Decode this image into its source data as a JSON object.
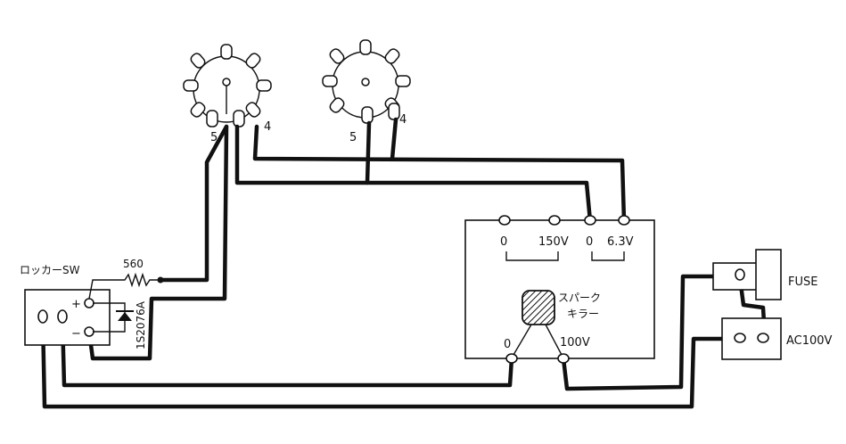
{
  "labels": {
    "tube_left_pin5": "5",
    "tube_left_pin4": "4",
    "tube_right_pin5": "5",
    "tube_right_pin4": "4",
    "transformer_0_a": "0",
    "transformer_150v": "150V",
    "transformer_0_b": "0",
    "transformer_6_3v": "6.3V",
    "spark_killer": [
      "スパーク",
      "キラー"
    ],
    "transformer_0_primary": "0",
    "transformer_100v": "100V",
    "rocker_sw": "ロッカーSW",
    "resistor_value": "560",
    "plus_sign": "+",
    "minus_sign": "−",
    "diode_part": "1S2076A",
    "fuse": "FUSE",
    "ac100v": "AC100V"
  }
}
